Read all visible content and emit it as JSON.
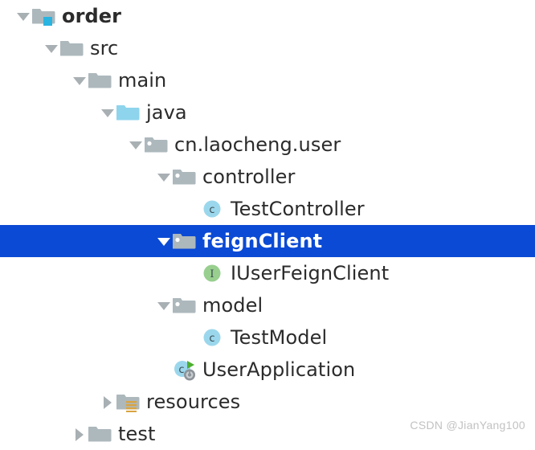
{
  "theme": {
    "background": "#ffffff",
    "selection_background": "#0b4ad4",
    "selection_text": "#ffffff",
    "text": "#2b2b2b",
    "folder_gray": "#adb8bd",
    "folder_blue": "#8ed4ec",
    "module_badge": "#2ab4e0",
    "class_icon": "#9bd7ec",
    "interface_icon": "#98cf8f",
    "resources_badge": "#d9a441",
    "twisty_gray": "#a9b0b4"
  },
  "tree": {
    "name": "project-tree",
    "rows": [
      {
        "label": "order",
        "icon": "module-folder-icon",
        "twisty": "open",
        "depth": 0,
        "bold": true,
        "selected": false
      },
      {
        "label": "src",
        "icon": "folder-icon",
        "twisty": "open",
        "depth": 1,
        "bold": false,
        "selected": false
      },
      {
        "label": "main",
        "icon": "folder-icon",
        "twisty": "open",
        "depth": 2,
        "bold": false,
        "selected": false
      },
      {
        "label": "java",
        "icon": "source-folder-icon",
        "twisty": "open",
        "depth": 3,
        "bold": false,
        "selected": false
      },
      {
        "label": "cn.laocheng.user",
        "icon": "package-icon",
        "twisty": "open",
        "depth": 4,
        "bold": false,
        "selected": false
      },
      {
        "label": "controller",
        "icon": "package-icon",
        "twisty": "open",
        "depth": 5,
        "bold": false,
        "selected": false
      },
      {
        "label": "TestController",
        "icon": "java-class-icon",
        "twisty": "none",
        "depth": 6,
        "bold": false,
        "selected": false
      },
      {
        "label": "feignClient",
        "icon": "package-icon",
        "twisty": "open",
        "depth": 5,
        "bold": false,
        "selected": true
      },
      {
        "label": "IUserFeignClient",
        "icon": "java-interface-icon",
        "twisty": "none",
        "depth": 6,
        "bold": false,
        "selected": false
      },
      {
        "label": "model",
        "icon": "package-icon",
        "twisty": "open",
        "depth": 5,
        "bold": false,
        "selected": false
      },
      {
        "label": "TestModel",
        "icon": "java-class-icon",
        "twisty": "none",
        "depth": 6,
        "bold": false,
        "selected": false
      },
      {
        "label": "UserApplication",
        "icon": "spring-boot-runnable-class-icon",
        "twisty": "none",
        "depth": 5,
        "bold": false,
        "selected": false
      },
      {
        "label": "resources",
        "icon": "resources-folder-icon",
        "twisty": "closed",
        "depth": 3,
        "bold": false,
        "selected": false
      },
      {
        "label": "test",
        "icon": "folder-icon",
        "twisty": "closed",
        "depth": 2,
        "bold": false,
        "selected": false
      }
    ]
  },
  "watermark": {
    "text": "CSDN @JianYang100"
  }
}
